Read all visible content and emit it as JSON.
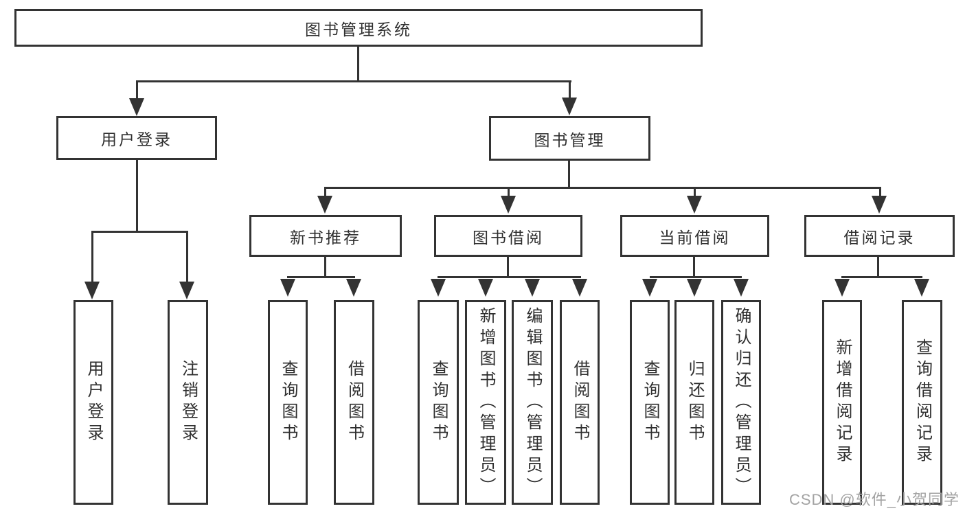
{
  "tree": {
    "label": "图书管理系统",
    "children": [
      {
        "label": "用户登录",
        "children": [
          {
            "label": "用户登录"
          },
          {
            "label": "注销登录"
          }
        ]
      },
      {
        "label": "图书管理",
        "children": [
          {
            "label": "新书推荐",
            "children": [
              {
                "label": "查询图书"
              },
              {
                "label": "借阅图书"
              }
            ]
          },
          {
            "label": "图书借阅",
            "children": [
              {
                "label": "查询图书"
              },
              {
                "label": "新增图书（管理员）"
              },
              {
                "label": "编辑图书（管理员）"
              },
              {
                "label": "借阅图书"
              }
            ]
          },
          {
            "label": "当前借阅",
            "children": [
              {
                "label": "查询图书"
              },
              {
                "label": "归还图书"
              },
              {
                "label": "确认归还（管理员）"
              }
            ]
          },
          {
            "label": "借阅记录",
            "children": [
              {
                "label": "新增借阅记录"
              },
              {
                "label": "查询借阅记录"
              }
            ]
          }
        ]
      }
    ]
  },
  "watermark": "CSDN @软件_小贺同学",
  "colors": {
    "line": "#333333",
    "text": "#2f2f2f",
    "background": "#ffffff",
    "watermark": "#a3a3a3"
  }
}
